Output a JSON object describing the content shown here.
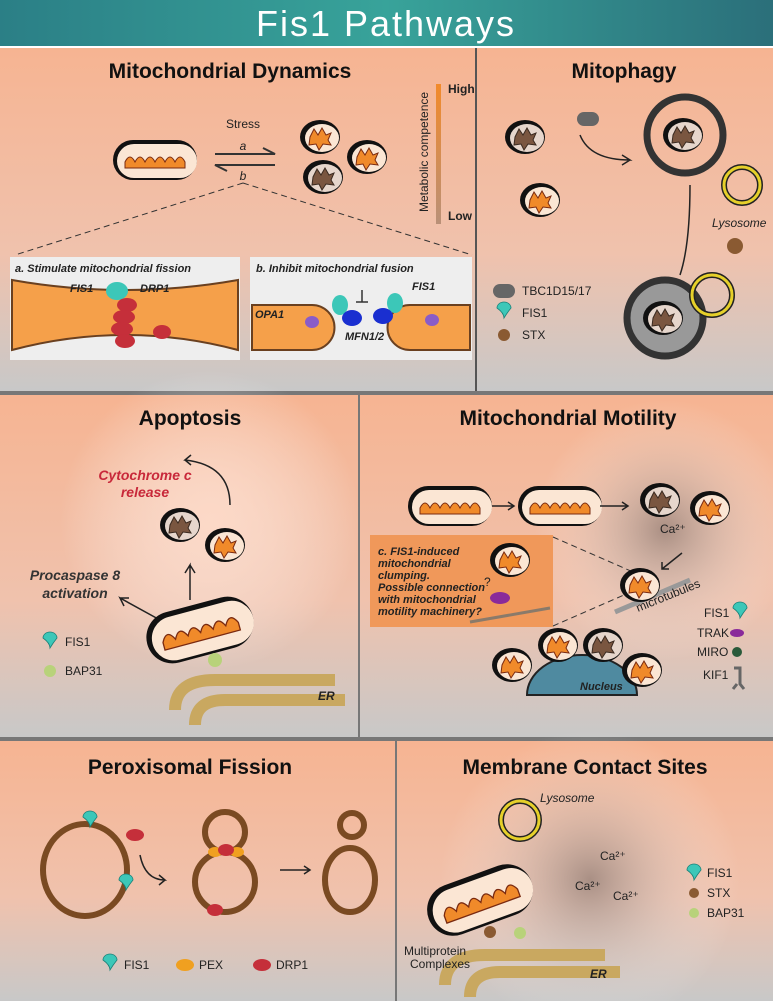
{
  "title": "Fis1 Pathways",
  "colors": {
    "title_bar": "#2e8f8c",
    "panel_top": "#f4b89a",
    "panel_bottom": "#c9c9c9",
    "fis1": "#3cc7b8",
    "matrix": "#f08a2a",
    "drp1": "#c52f3a",
    "mfn": "#1a2fd0",
    "opa1": "#8a5cc8",
    "stx": "#8a5a32",
    "bap31": "#b8d27a",
    "pex": "#f0a020",
    "lysosome": "#e6d02a"
  },
  "panels": {
    "dynamics": {
      "title": "Mitochondrial Dynamics",
      "stress": "Stress",
      "arrow_a": "a",
      "arrow_b": "b",
      "scale_label": "Metabolic competence",
      "scale_high": "High",
      "scale_low": "Low",
      "inset_a": {
        "title": "a. Stimulate mitochondrial fission",
        "fis1": "FIS1",
        "drp1": "DRP1"
      },
      "inset_b": {
        "title": "b. Inhibit mitochondrial fusion",
        "fis1": "FIS1",
        "opa1": "OPA1",
        "mfn": "MFN1/2"
      }
    },
    "mitophagy": {
      "title": "Mitophagy",
      "lysosome": "Lysosome",
      "legend": [
        "TBC1D15/17",
        "FIS1",
        "STX"
      ]
    },
    "apoptosis": {
      "title": "Apoptosis",
      "cyto_line1": "Cytochrome c",
      "cyto_line2": "release",
      "proc_line1": "Procaspase 8",
      "proc_line2": "activation",
      "er": "ER",
      "legend": [
        "FIS1",
        "BAP31"
      ]
    },
    "motility": {
      "title": "Mitochondrial Motility",
      "ca": "Ca²⁺",
      "inset_lines": [
        "c. FIS1-induced",
        "mitochondrial",
        "clumping.",
        "Possible connection",
        "with mitochondrial",
        "motility machinery?"
      ],
      "question": "?",
      "microtubules": "microtubules",
      "nucleus": "Nucleus",
      "legend": [
        "FIS1",
        "TRAK",
        "MIRO",
        "KIF1"
      ]
    },
    "peroxisomal": {
      "title": "Peroxisomal Fission",
      "legend": [
        "FIS1",
        "PEX",
        "DRP1"
      ]
    },
    "contact": {
      "title": "Membrane Contact Sites",
      "lysosome": "Lysosome",
      "ca": [
        "Ca²⁺",
        "Ca²⁺",
        "Ca²⁺"
      ],
      "complex_line1": "Multiprotein",
      "complex_line2": "Complexes",
      "er": "ER",
      "legend": [
        "FIS1",
        "STX",
        "BAP31"
      ]
    }
  }
}
